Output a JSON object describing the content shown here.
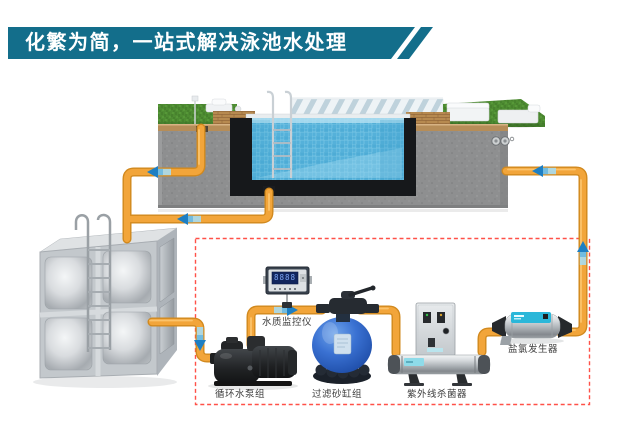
{
  "banner": {
    "title": "化繁为简，一站式解决泳池水处理",
    "bg_color": "#136e8b",
    "text_color": "#ffffff"
  },
  "diagram": {
    "type": "process-flow",
    "components": [
      "swimming-pool",
      "stainless-water-tank",
      "circulation-pump",
      "water-quality-monitor",
      "sand-filter",
      "uv-sterilizer",
      "salt-chlorinator"
    ],
    "labels": {
      "monitor": "水质监控仪",
      "pump": "循环水泵组",
      "filter": "过滤砂缸组",
      "uv": "紫外线杀菌器",
      "chlorinator": "盐氯发生器"
    },
    "monitor_screen": "8888",
    "colors": {
      "pipe": "#f2a53a",
      "pipe_edge": "#d1891e",
      "flow_arrow": "#1e7fc3",
      "dashed_boundary": "#ff5148",
      "pool_water": "#58b2da",
      "grass": "#4e8c32",
      "concrete": "#8e8f90"
    }
  }
}
